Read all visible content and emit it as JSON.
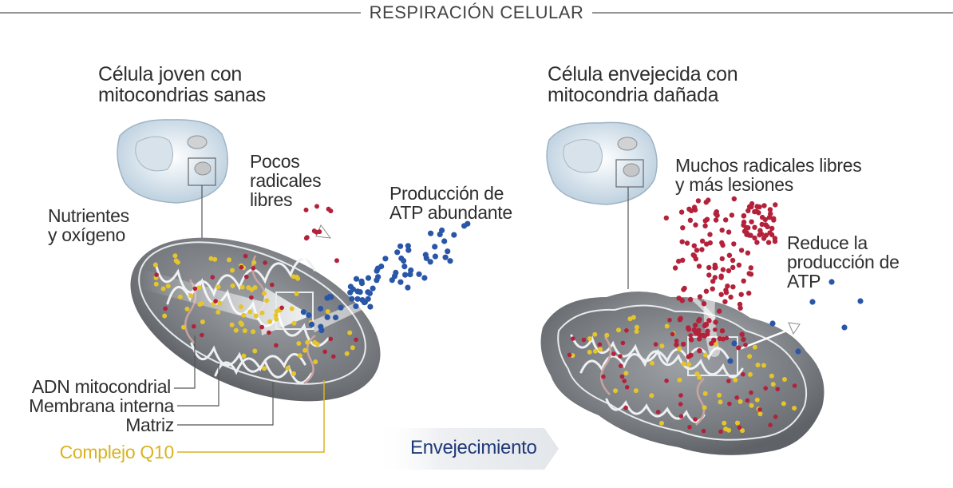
{
  "title": "RESPIRACIÓN CELULAR",
  "left": {
    "cell_caption": "Célula joven con\nmitocondrias sanas",
    "free_radicals": "Pocos\nradicales\nlibres",
    "atp": "Producción de\nATP abundante",
    "nutrients": "Nutrientes\ny oxígeno"
  },
  "right": {
    "cell_caption": "Célula envejecida con\nmitocondria dañada",
    "free_radicals": "Muchos radicales libres\ny más lesiones",
    "atp": "Reduce la\nproducción de\nATP"
  },
  "legend": {
    "dna": "ADN mitocondrial",
    "membrane": "Membrana interna",
    "matrix": "Matriz",
    "q10": "Complejo Q10"
  },
  "arrow_label": "Envejecimiento",
  "colors": {
    "q10_yellow": "#e6c52a",
    "radical_red": "#b3213a",
    "atp_blue": "#2a56a8",
    "organelle_gray": "#8a8d91"
  }
}
